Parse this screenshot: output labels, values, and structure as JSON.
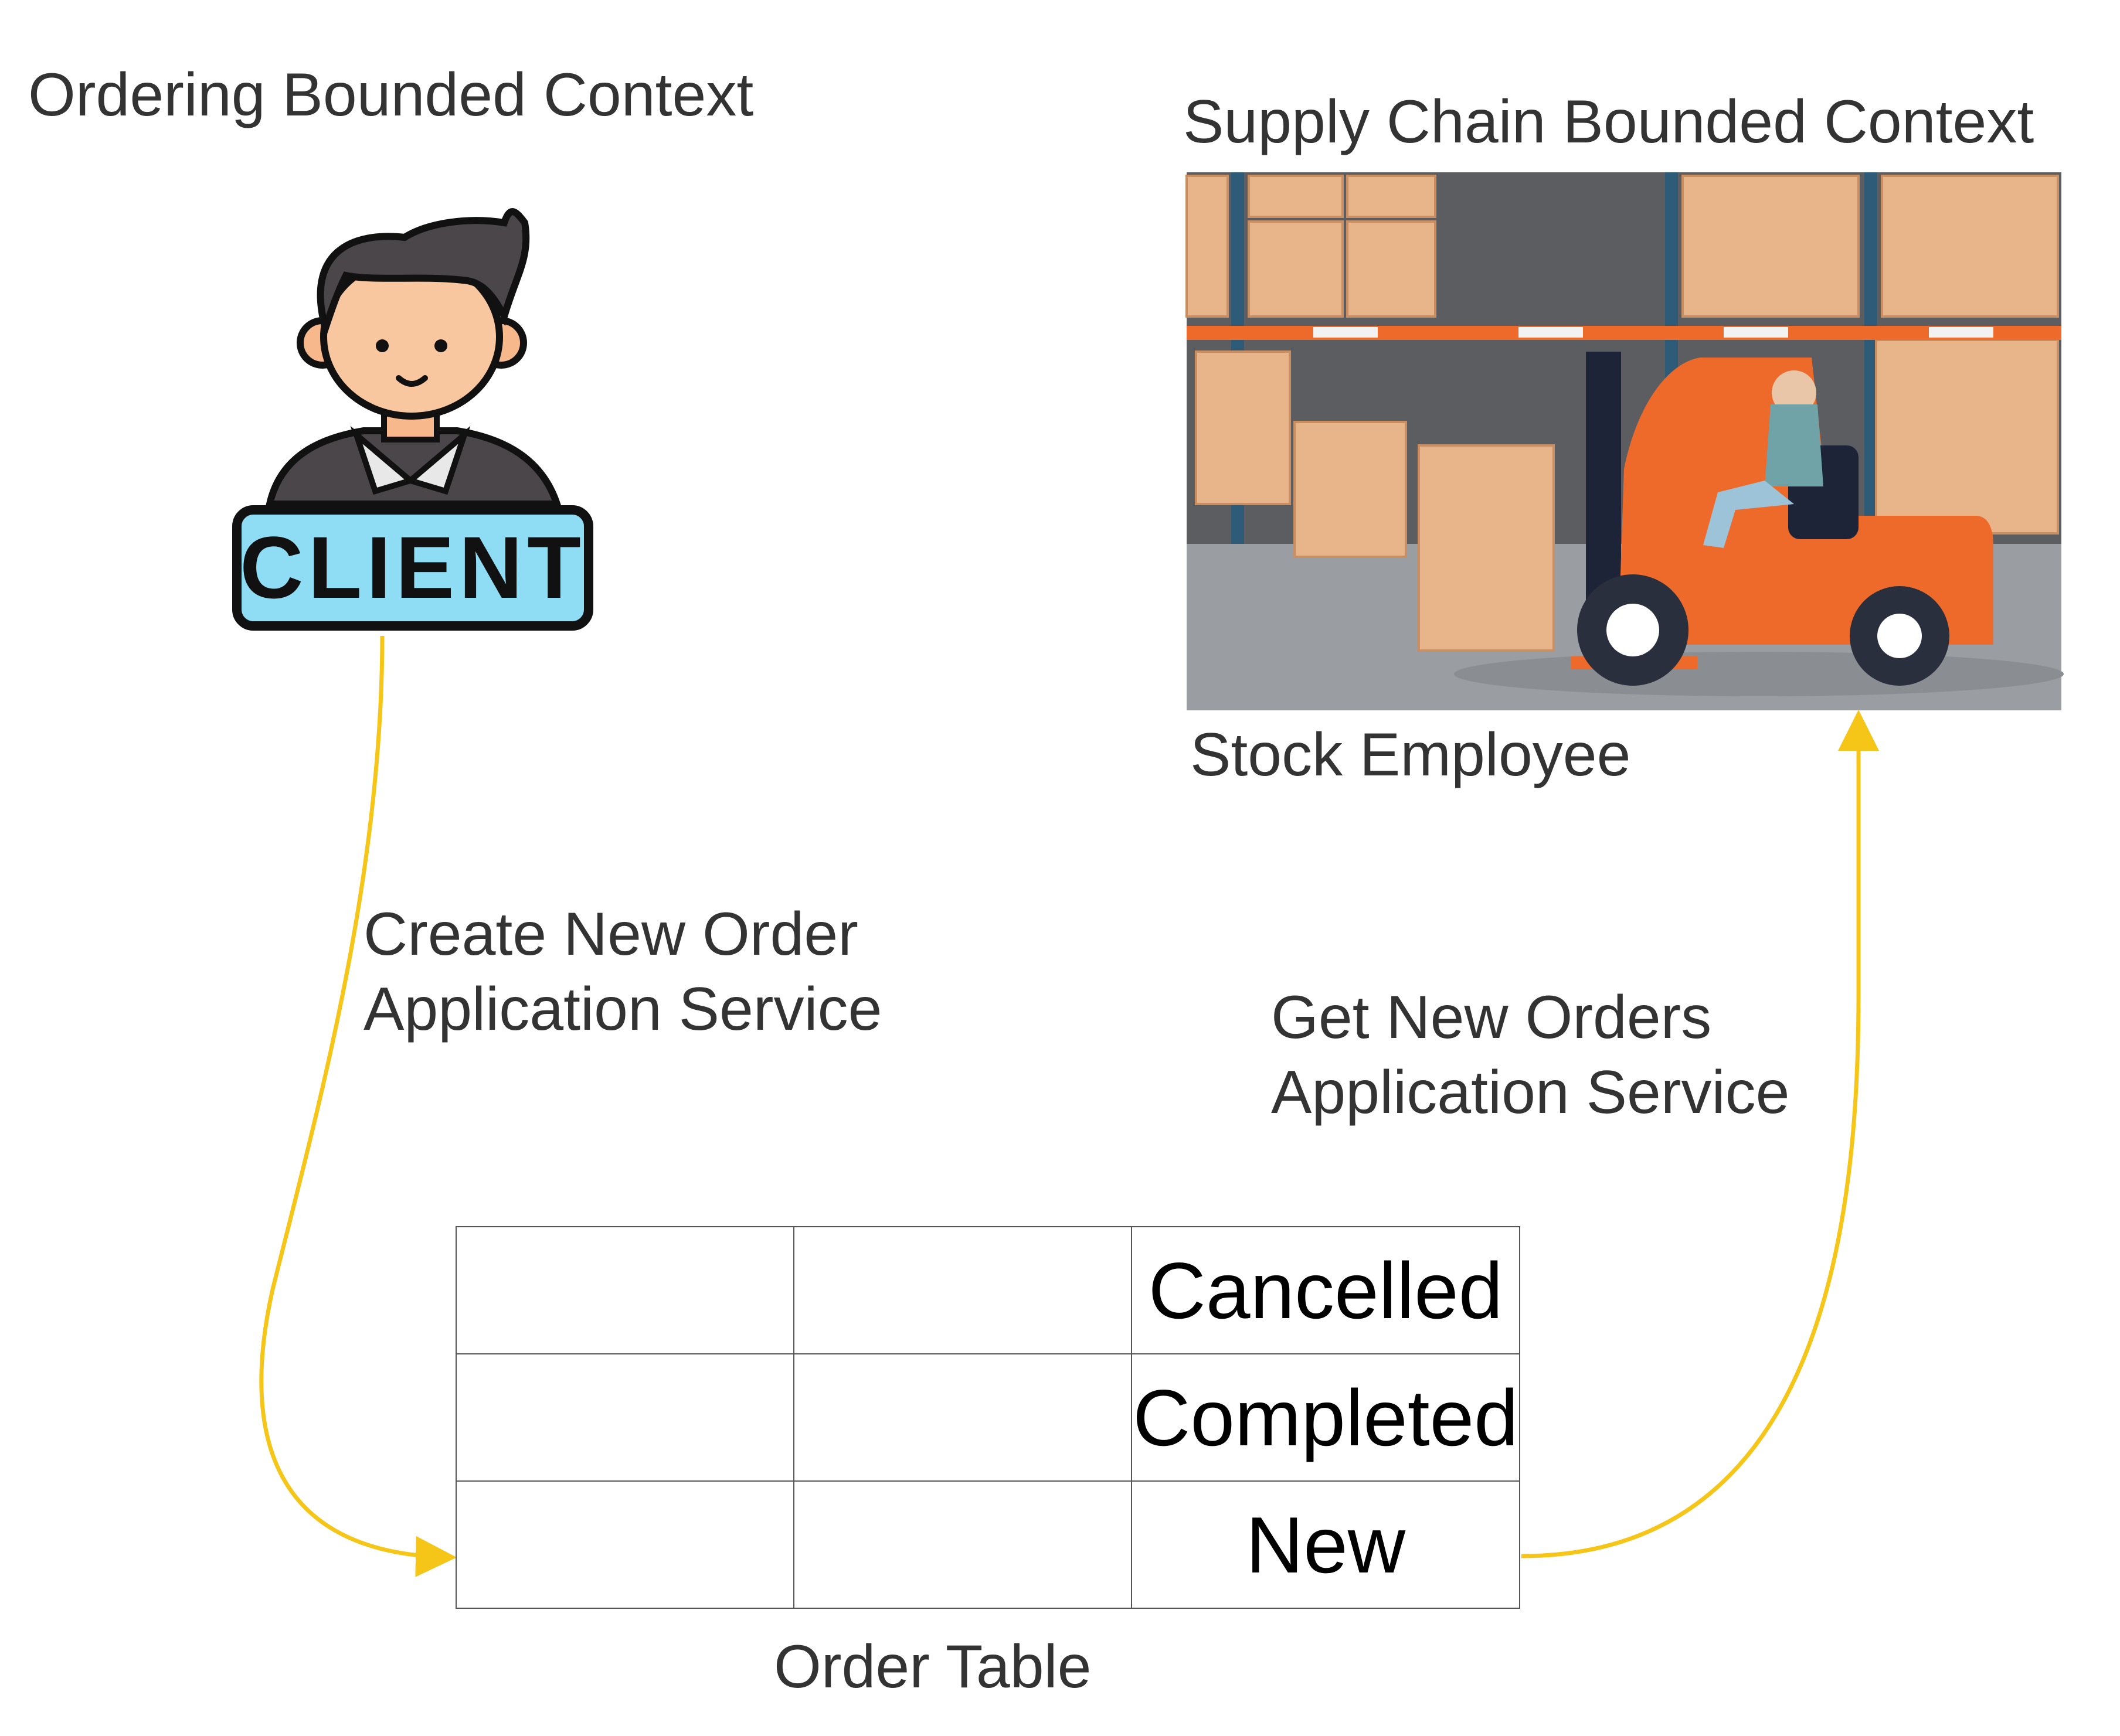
{
  "ordering_context": {
    "title": "Ordering Bounded Context",
    "actor_badge": "CLIENT"
  },
  "supply_context": {
    "title": "Supply Chain  Bounded Context",
    "actor_caption": "Stock Employee"
  },
  "flows": {
    "create": {
      "line1": "Create New Order",
      "line2": "Application Service"
    },
    "get": {
      "line1": "Get New Orders",
      "line2": "Application Service"
    }
  },
  "order_table": {
    "caption": "Order Table",
    "rows": [
      {
        "status": "Cancelled"
      },
      {
        "status": "Completed"
      },
      {
        "status": "New"
      }
    ]
  },
  "colors": {
    "arrow": "#F5C518",
    "forklift": "#EE6A2B",
    "box": "#E8B48A",
    "shelf_post": "#2E5B77",
    "badge": "#8FDCF5"
  }
}
